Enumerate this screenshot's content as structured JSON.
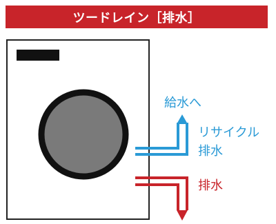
{
  "title": "ツードレイン［排水］",
  "labels": {
    "supply": "給水へ",
    "recycle_line1": "リサイクル",
    "recycle_line2": "排水",
    "drain": "排水"
  },
  "colors": {
    "banner": "#c8242a",
    "recycle_pipe": "#2a9ad6",
    "drain_pipe": "#c8242a",
    "machine_outline": "#222222",
    "drum_fill": "#7a7a7a",
    "drum_ring": "#111111"
  }
}
